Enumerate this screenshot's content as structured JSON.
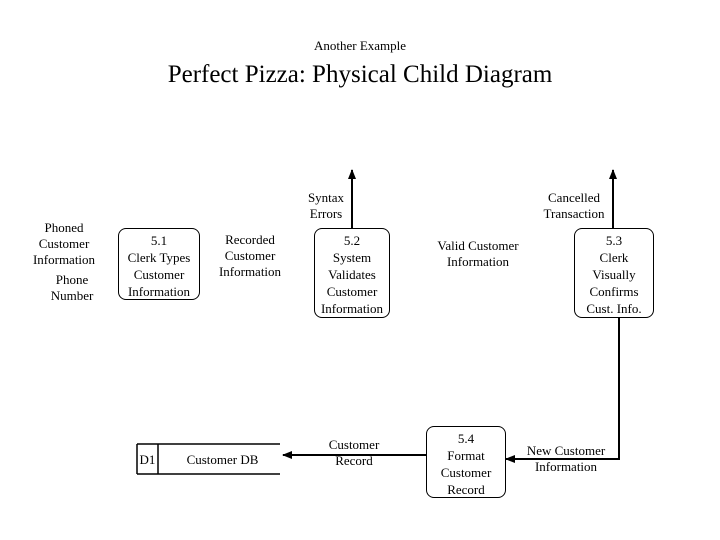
{
  "header": {
    "subtitle": "Another Example",
    "title": "Perfect Pizza: Physical Child Diagram"
  },
  "inputs": {
    "phoned_customer_information": [
      "Phoned",
      "Customer",
      "Information"
    ],
    "phone_number": [
      "Phone",
      "Number"
    ]
  },
  "processes": {
    "p51": [
      "5.1",
      "Clerk Types",
      "Customer",
      "Information"
    ],
    "p52": [
      "5.2",
      "System",
      "Validates",
      "Customer",
      "Information"
    ],
    "p53": [
      "5.3",
      "Clerk",
      "Visually",
      "Confirms",
      "Cust. Info."
    ],
    "p54": [
      "5.4",
      "Format",
      "Customer",
      "Record"
    ]
  },
  "flows": {
    "recorded_customer_information": [
      "Recorded",
      "Customer",
      "Information"
    ],
    "syntax_errors": [
      "Syntax",
      "Errors"
    ],
    "valid_customer_information": [
      "Valid Customer",
      "Information"
    ],
    "cancelled_transaction": [
      "Cancelled",
      "Transaction"
    ],
    "customer_record": [
      "Customer",
      "Record"
    ],
    "new_customer_information": [
      "New Customer",
      "Information"
    ]
  },
  "datastore": {
    "id": "D1",
    "name": "Customer DB"
  }
}
